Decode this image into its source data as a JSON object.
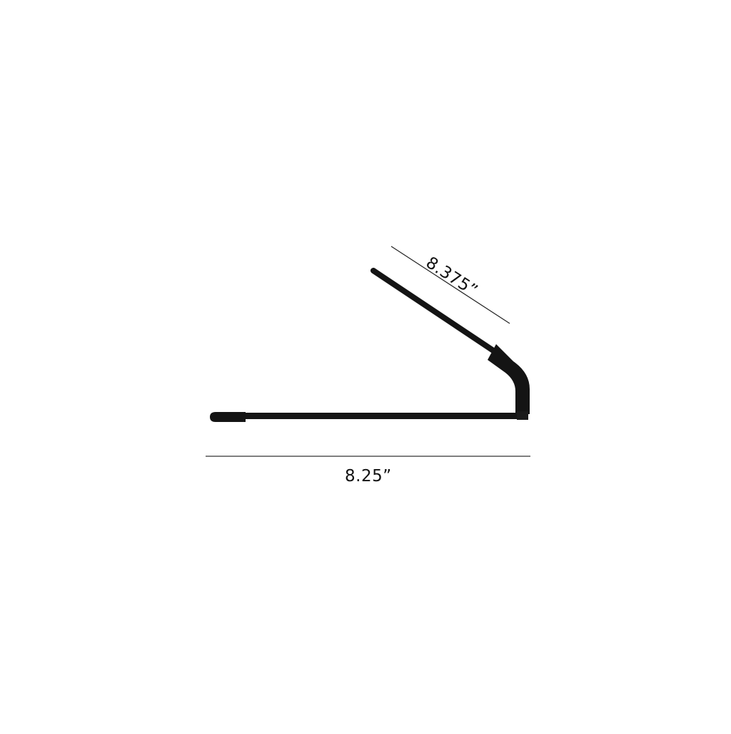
{
  "diagram": {
    "subject": "stand profile",
    "colors": {
      "background": "#ffffff",
      "rod": "#141414",
      "dimension_line": "#222222",
      "label": "#111111"
    },
    "dimensions": {
      "base_length_label": "8.25”",
      "arm_length_label": "8.375”"
    }
  }
}
